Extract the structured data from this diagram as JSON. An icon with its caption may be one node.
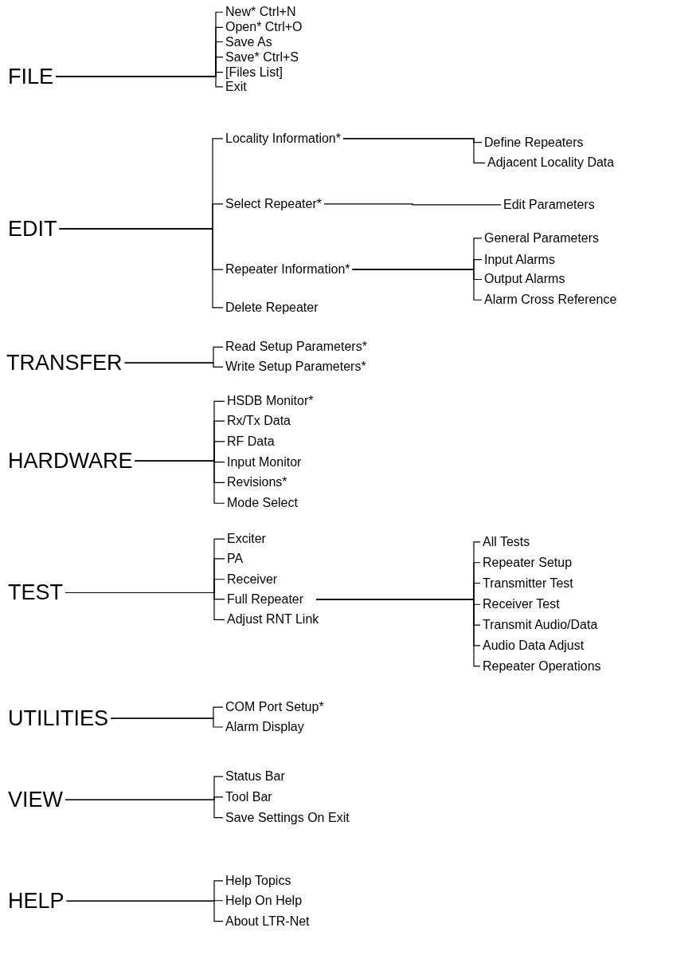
{
  "diagram": {
    "nodes": [
      {
        "text": [
          "FILE"
        ]
      },
      {
        "text": [
          "New* Ctrl+N"
        ]
      },
      {
        "text": [
          "Open* Ctrl+O"
        ]
      },
      {
        "text": [
          "Save As"
        ]
      },
      {
        "text": [
          "Save* Ctrl+S"
        ]
      },
      {
        "text": [
          "[Files List]"
        ]
      },
      {
        "text": [
          "Exit"
        ]
      },
      {
        "text": [
          "EDIT"
        ]
      },
      {
        "text": [
          "Locality Information*"
        ]
      },
      {
        "text": [
          "Define Repeaters"
        ]
      },
      {
        "text": [
          "Adjacent Locality Data"
        ]
      },
      {
        "text": [
          "Select Repeater*"
        ]
      },
      {
        "text": [
          "Edit Parameters"
        ]
      },
      {
        "text": [
          "Repeater Information*"
        ]
      },
      {
        "text": [
          "General Parameters"
        ]
      },
      {
        "text": [
          "Input Alarms"
        ]
      },
      {
        "text": [
          "Output Alarms"
        ]
      },
      {
        "text": [
          "Alarm Cross Reference"
        ]
      },
      {
        "text": [
          "Delete Repeater"
        ]
      },
      {
        "text": [
          "TRANSFER"
        ]
      },
      {
        "text": [
          "Read Setup Parameters*"
        ]
      },
      {
        "text": [
          "Write Setup Parameters*"
        ]
      },
      {
        "text": [
          "HARDWARE"
        ]
      },
      {
        "text": [
          "HSDB Monitor*"
        ]
      },
      {
        "text": [
          "Rx/Tx Data"
        ]
      },
      {
        "text": [
          "RF Data"
        ]
      },
      {
        "text": [
          "Input Monitor"
        ]
      },
      {
        "text": [
          "Revisions*"
        ]
      },
      {
        "text": [
          "Mode Select"
        ]
      },
      {
        "text": [
          "TEST"
        ]
      },
      {
        "text": [
          "Exciter"
        ]
      },
      {
        "text": [
          "PA"
        ]
      },
      {
        "text": [
          "Receiver"
        ]
      },
      {
        "text": [
          "Full Repeater"
        ]
      },
      {
        "text": [
          "All Tests"
        ]
      },
      {
        "text": [
          "Repeater Setup"
        ]
      },
      {
        "text": [
          "Transmitter Test"
        ]
      },
      {
        "text": [
          "Receiver Test"
        ]
      },
      {
        "text": [
          "Transmit Audio/Data"
        ]
      },
      {
        "text": [
          "Audio Data Adjust"
        ]
      },
      {
        "text": [
          "Repeater Operations"
        ]
      },
      {
        "text": [
          "Adjust RNT Link"
        ]
      },
      {
        "text": [
          "UTILITIES"
        ]
      },
      {
        "text": [
          "COM Port Setup*"
        ]
      },
      {
        "text": [
          "Alarm Display"
        ]
      },
      {
        "text": [
          "VIEW"
        ]
      },
      {
        "text": [
          "Status Bar"
        ]
      },
      {
        "text": [
          "Tool Bar"
        ]
      },
      {
        "text": [
          "Save Settings On Exit"
        ]
      },
      {
        "text": [
          "HELP"
        ]
      },
      {
        "text": [
          "Help Topics"
        ]
      },
      {
        "text": [
          "Help On Help"
        ]
      },
      {
        "text": [
          "About LTR-Net"
        ]
      }
    ],
    "edges": [
      {
        "from": 0,
        "to": 1,
        "arrow": "none"
      },
      {
        "from": 0,
        "to": 2,
        "arrow": "none"
      },
      {
        "from": 0,
        "to": 3,
        "arrow": "none"
      },
      {
        "from": 0,
        "to": 4,
        "arrow": "none"
      },
      {
        "from": 0,
        "to": 5,
        "arrow": "none"
      },
      {
        "from": 0,
        "to": 6,
        "arrow": "none"
      },
      {
        "from": 7,
        "to": 8,
        "arrow": "none"
      },
      {
        "from": 8,
        "to": 9,
        "arrow": "none"
      },
      {
        "from": 8,
        "to": 10,
        "arrow": "none"
      },
      {
        "from": 7,
        "to": 11,
        "arrow": "none"
      },
      {
        "from": 11,
        "to": 12,
        "arrow": "none"
      },
      {
        "from": 7,
        "to": 13,
        "arrow": "none"
      },
      {
        "from": 13,
        "to": 14,
        "arrow": "none"
      },
      {
        "from": 13,
        "to": 15,
        "arrow": "none"
      },
      {
        "from": 13,
        "to": 16,
        "arrow": "none"
      },
      {
        "from": 13,
        "to": 17,
        "arrow": "none"
      },
      {
        "from": 7,
        "to": 18,
        "arrow": "none"
      },
      {
        "from": 19,
        "to": 20,
        "arrow": "none"
      },
      {
        "from": 19,
        "to": 21,
        "arrow": "none"
      },
      {
        "from": 22,
        "to": 23,
        "arrow": "none"
      },
      {
        "from": 22,
        "to": 24,
        "arrow": "none"
      },
      {
        "from": 22,
        "to": 25,
        "arrow": "none"
      },
      {
        "from": 22,
        "to": 26,
        "arrow": "none"
      },
      {
        "from": 22,
        "to": 27,
        "arrow": "none"
      },
      {
        "from": 22,
        "to": 28,
        "arrow": "none"
      },
      {
        "from": 29,
        "to": 30,
        "arrow": "none"
      },
      {
        "from": 29,
        "to": 31,
        "arrow": "none"
      },
      {
        "from": 29,
        "to": 32,
        "arrow": "none"
      },
      {
        "from": 29,
        "to": 33,
        "arrow": "none"
      },
      {
        "from": 33,
        "to": 34,
        "arrow": "none"
      },
      {
        "from": 33,
        "to": 35,
        "arrow": "none"
      },
      {
        "from": 33,
        "to": 36,
        "arrow": "none"
      },
      {
        "from": 33,
        "to": 37,
        "arrow": "none"
      },
      {
        "from": 33,
        "to": 38,
        "arrow": "none"
      },
      {
        "from": 33,
        "to": 39,
        "arrow": "none"
      },
      {
        "from": 33,
        "to": 40,
        "arrow": "none"
      },
      {
        "from": 29,
        "to": 41,
        "arrow": "none"
      },
      {
        "from": 42,
        "to": 43,
        "arrow": "none"
      },
      {
        "from": 42,
        "to": 44,
        "arrow": "none"
      },
      {
        "from": 45,
        "to": 46,
        "arrow": "none"
      },
      {
        "from": 45,
        "to": 47,
        "arrow": "none"
      },
      {
        "from": 45,
        "to": 48,
        "arrow": "none"
      },
      {
        "from": 49,
        "to": 50,
        "arrow": "none"
      },
      {
        "from": 49,
        "to": 51,
        "arrow": "none"
      },
      {
        "from": 49,
        "to": 52,
        "arrow": "none"
      }
    ]
  }
}
